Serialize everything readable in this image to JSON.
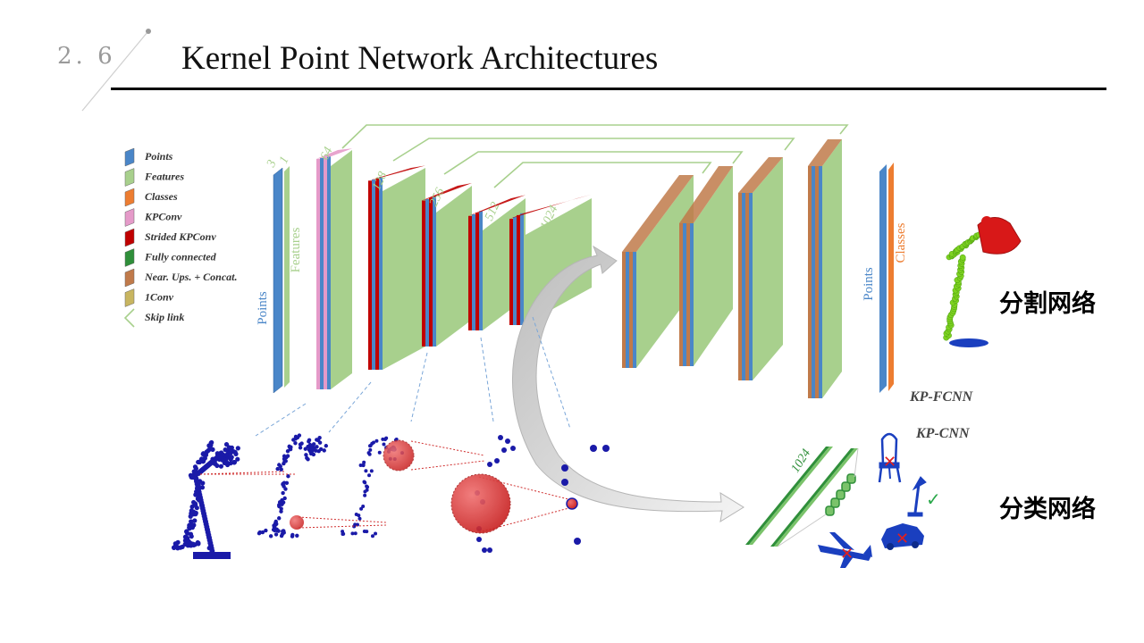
{
  "slide": {
    "section_number": "2. 6",
    "title": "Kernel Point Network Architectures",
    "segmentation_label": "分割网络",
    "classification_label": "分类网络"
  },
  "legend": [
    {
      "label": "Points",
      "color": "#4a86c8"
    },
    {
      "label": "Features",
      "color": "#a8d08d"
    },
    {
      "label": "Classes",
      "color": "#ed7d31"
    },
    {
      "label": "KPConv",
      "color": "#e59ac9"
    },
    {
      "label": "Strided KPConv",
      "color": "#c00000"
    },
    {
      "label": "Fully connected",
      "color": "#2f8f3a"
    },
    {
      "label": "Near. Ups. + Concat.",
      "color": "#c07a4a"
    },
    {
      "label": "1Conv",
      "color": "#c8b560"
    },
    {
      "label": "Skip link",
      "color": "#a8d08d"
    }
  ],
  "encoder_dims": [
    "3",
    "1",
    "64",
    "128",
    "256",
    "512",
    "1024"
  ],
  "input_labels": {
    "points": "Points",
    "features": "Features"
  },
  "output_labels": {
    "points": "Points",
    "classes": "Classes"
  },
  "networks": {
    "fcnn": "KP-FCNN",
    "cnn": "KP-CNN"
  },
  "fc_dim": "1024",
  "colors": {
    "points": "#4a86c8",
    "features": "#a8d08d",
    "classes": "#ed7d31",
    "kpconv": "#e59ac9",
    "strided": "#c00000",
    "fc": "#2f8f3a",
    "upsample": "#c07a4a",
    "point_cloud": "#1a1aa8",
    "kernel_ball": "#e04040"
  }
}
